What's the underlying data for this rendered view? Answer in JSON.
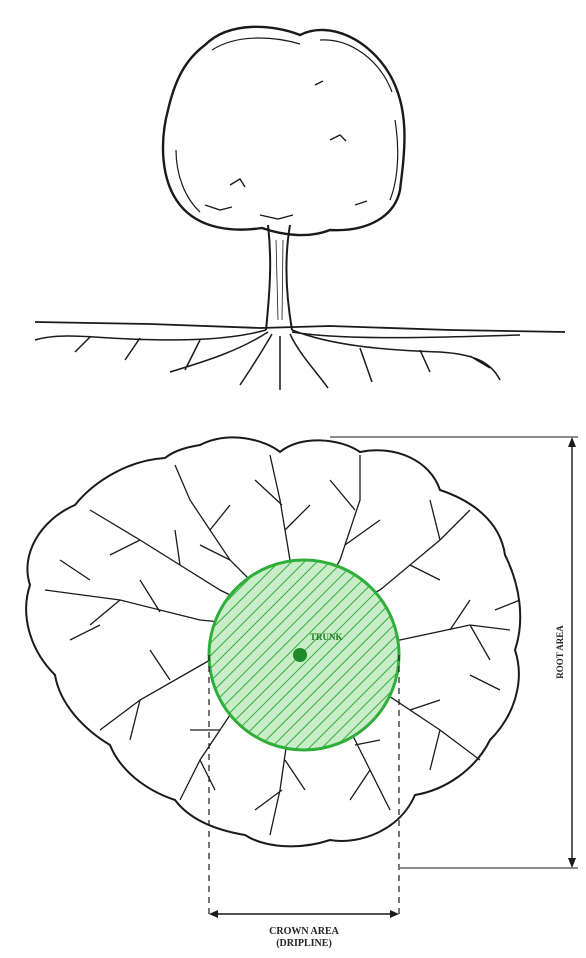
{
  "diagram": {
    "labels": {
      "trunk": "TRUNK",
      "root_area": "ROOT AREA",
      "crown_area": "CROWN AREA",
      "dripline": "(DRIPLINE)"
    },
    "colors": {
      "ink": "#1a1a1a",
      "crown_hatch": "#2fae3a",
      "crown_fill": "#bfe8bf",
      "trunk_dot": "#1e8a2a"
    }
  }
}
